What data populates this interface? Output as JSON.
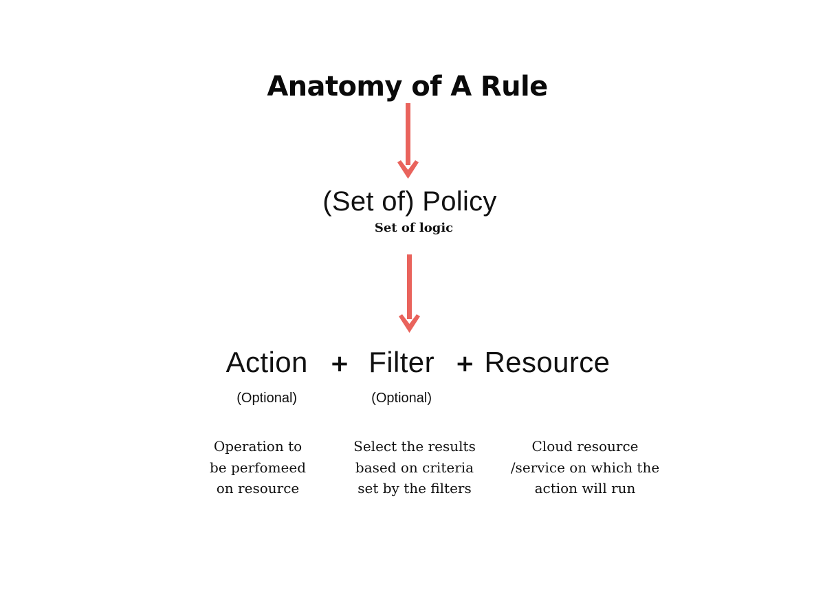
{
  "diagram": {
    "title": "Anatomy of A Rule",
    "accent_color": "#E9635C",
    "background_color": "#FFFFFF",
    "text_color": "#111111",
    "policy": {
      "label": "(Set of) Policy",
      "sublabel": "Set of logic"
    },
    "arrows": [
      {
        "name": "arrow-title-to-policy",
        "direction": "down",
        "color": "#E9635C"
      },
      {
        "name": "arrow-policy-to-terms",
        "direction": "down",
        "color": "#E9635C"
      }
    ],
    "formula": {
      "operators": [
        "+",
        "+"
      ],
      "terms": [
        {
          "label": "Action",
          "optional_label": "(Optional)",
          "description": [
            "Operation to",
            "be perfomeed",
            "on resource"
          ]
        },
        {
          "label": "Filter",
          "optional_label": "(Optional)",
          "description": [
            "Select the results",
            "based on criteria",
            "set by the filters"
          ]
        },
        {
          "label": "Resource",
          "optional_label": "",
          "description": [
            "Cloud resource",
            "/service on which the",
            "action will run"
          ]
        }
      ]
    }
  }
}
